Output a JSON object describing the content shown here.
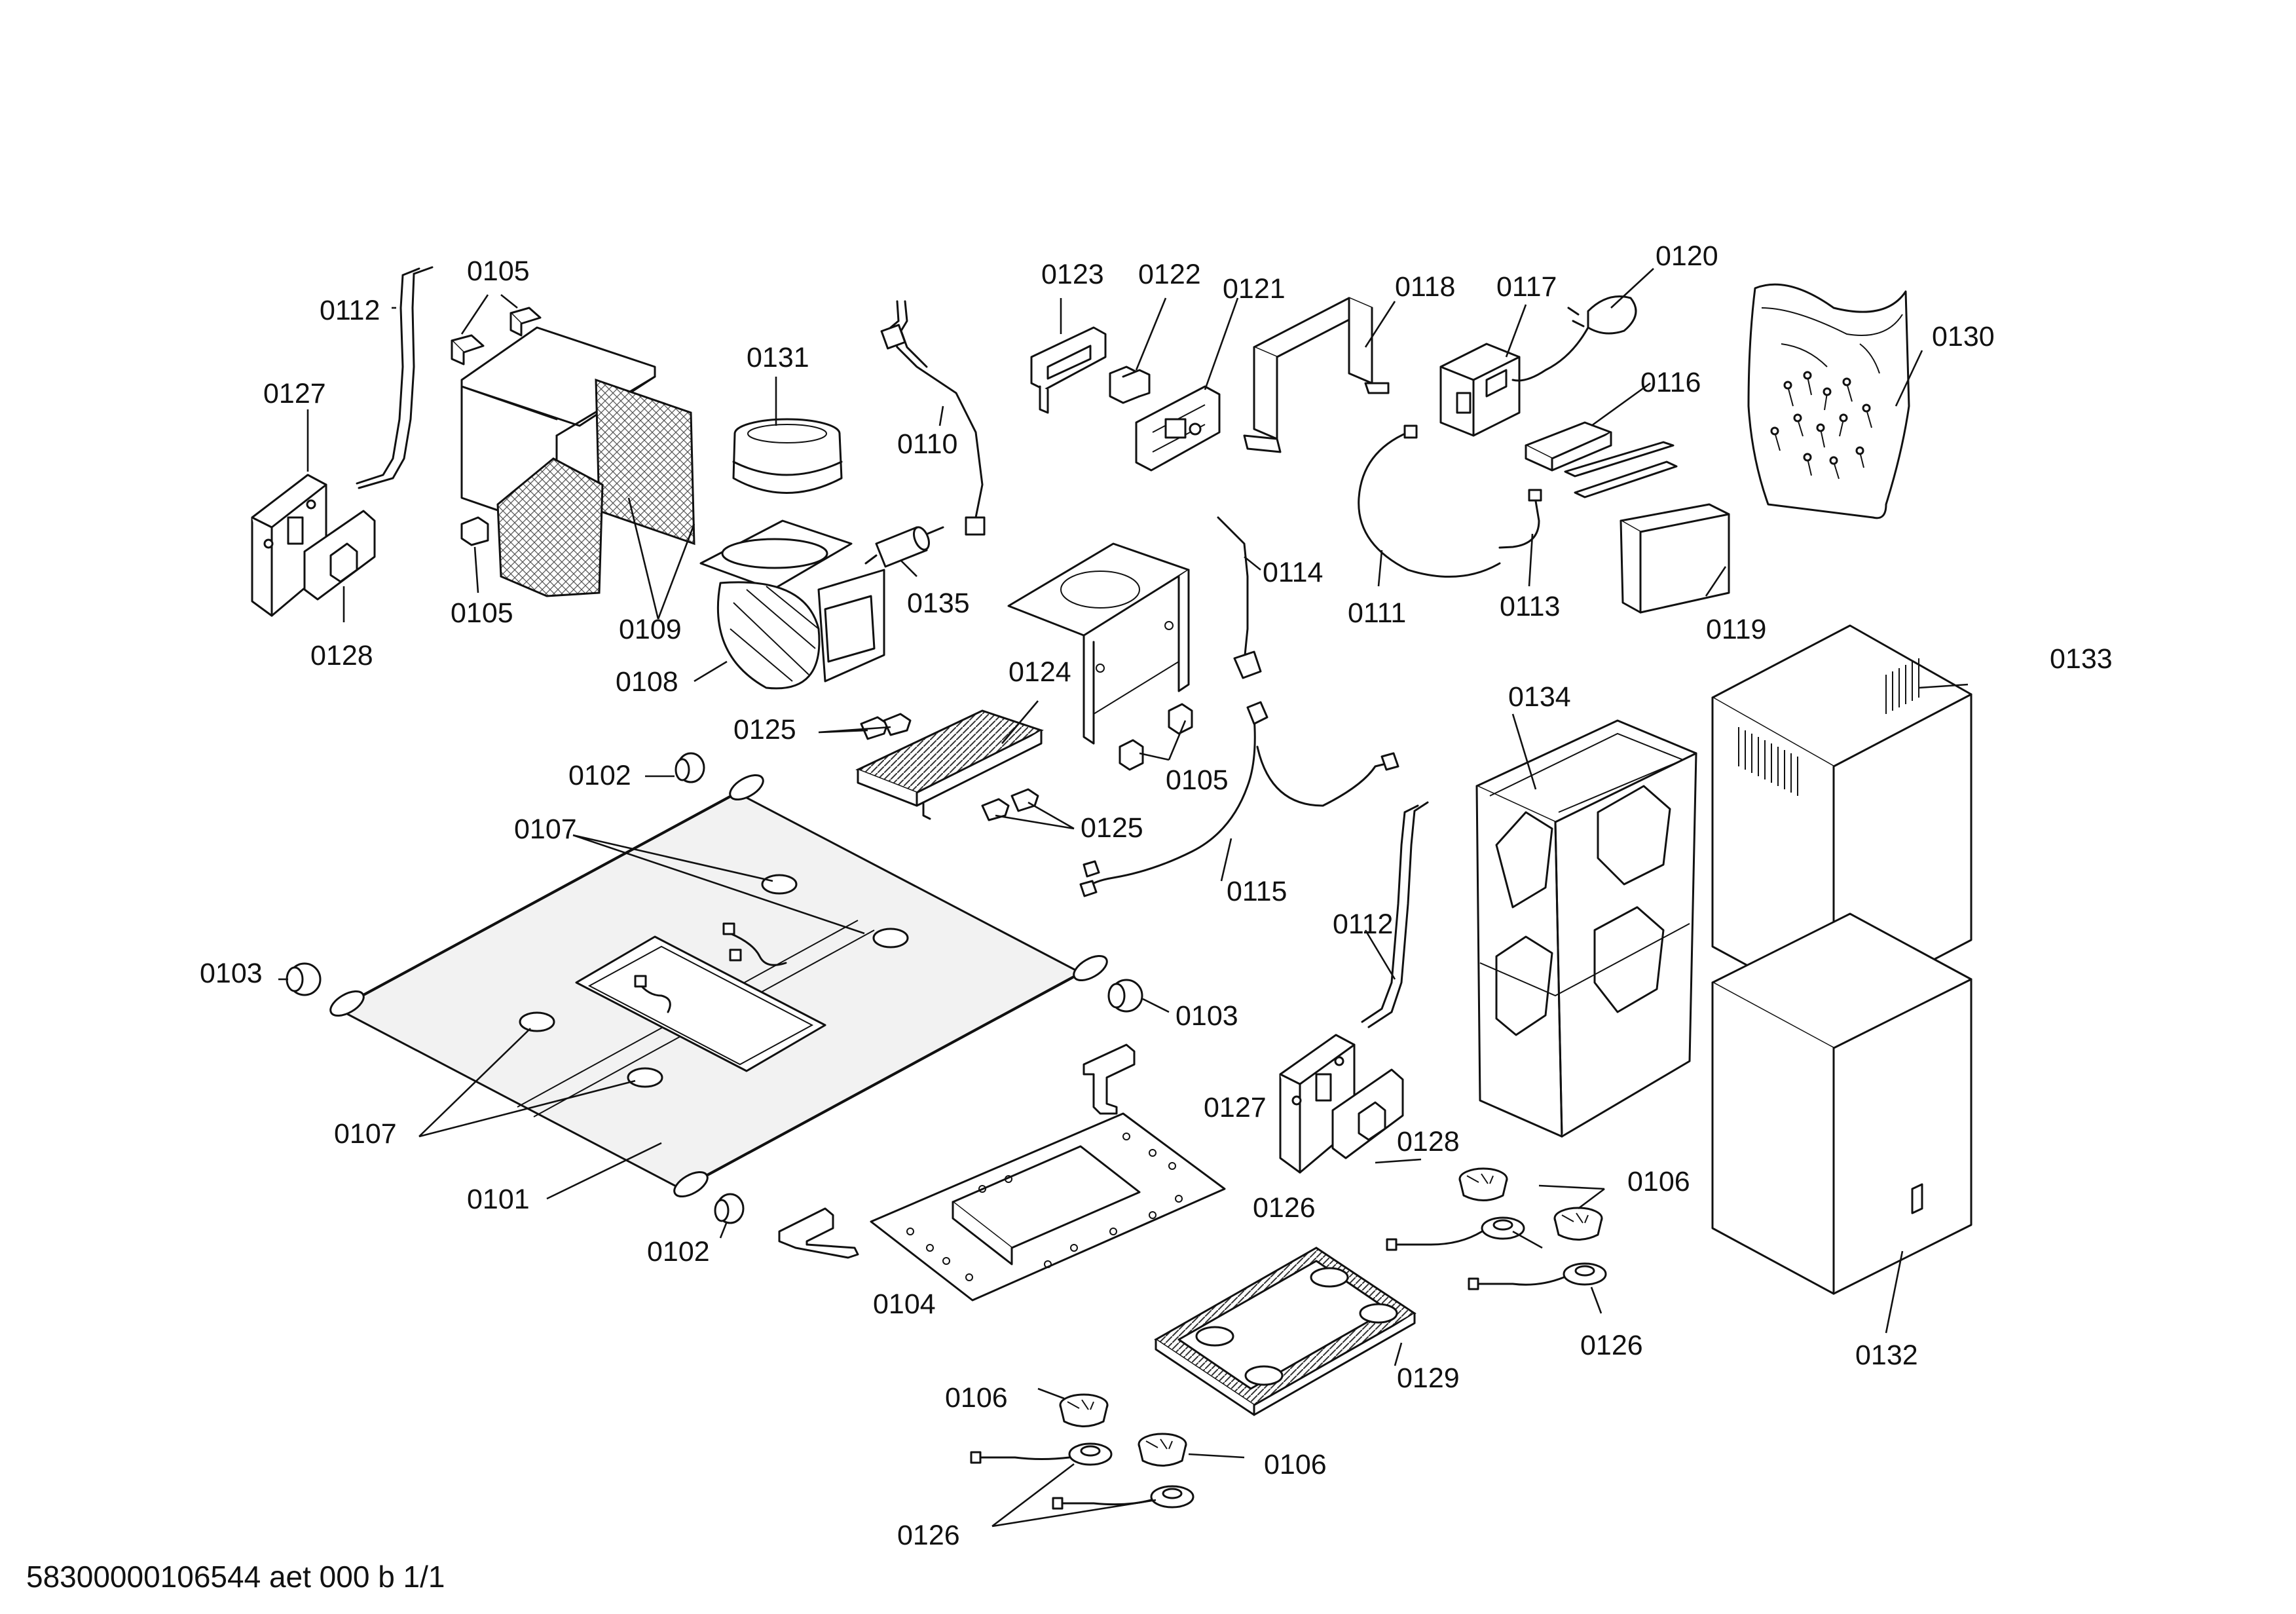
{
  "document": {
    "footer_text": "58300000106544 aet 000 b 1/1"
  },
  "labels": {
    "l_0112_a": "0112",
    "l_0105_a": "0105",
    "l_0127_a": "0127",
    "l_0105_b": "0105",
    "l_0128_a": "0128",
    "l_0109": "0109",
    "l_0131": "0131",
    "l_0108": "0108",
    "l_0110": "0110",
    "l_0135": "0135",
    "l_0123": "0123",
    "l_0122": "0122",
    "l_0121": "0121",
    "l_0118": "0118",
    "l_0117": "0117",
    "l_0120": "0120",
    "l_0116": "0116",
    "l_0130": "0130",
    "l_0114": "0114",
    "l_0111": "0111",
    "l_0113": "0113",
    "l_0119": "0119",
    "l_0124": "0124",
    "l_0125_a": "0125",
    "l_0105_c": "0105",
    "l_0125_b": "0125",
    "l_0102_a": "0102",
    "l_0107_a": "0107",
    "l_0103_a": "0103",
    "l_0103_b": "0103",
    "l_0107_b": "0107",
    "l_0101": "0101",
    "l_0102_b": "0102",
    "l_0104": "0104",
    "l_0115": "0115",
    "l_0112_b": "0112",
    "l_0127_b": "0127",
    "l_0128_b": "0128",
    "l_0134": "0134",
    "l_0133": "0133",
    "l_0132": "0132",
    "l_0106_a": "0106",
    "l_0126_a": "0126",
    "l_0126_b": "0126",
    "l_0129": "0129",
    "l_0106_b": "0106",
    "l_0106_c": "0106",
    "l_0126_c": "0126"
  }
}
